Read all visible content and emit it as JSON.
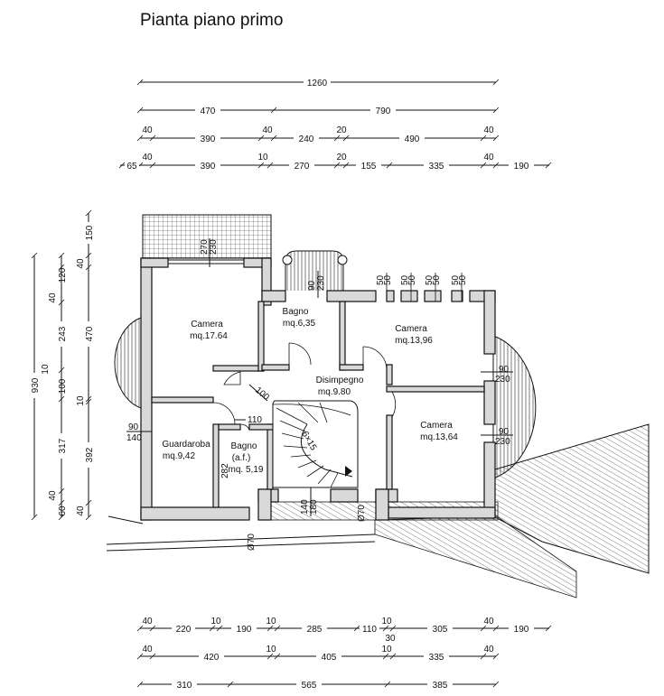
{
  "title": "Pianta piano primo",
  "rooms": {
    "camera_nw": {
      "name": "Camera",
      "area": "mq.17.64"
    },
    "bagno": {
      "name": "Bagno",
      "area": "mq.6,35"
    },
    "camera_ne": {
      "name": "Camera",
      "area": "mq.13,96"
    },
    "disimpegno": {
      "name": "Disimpegno",
      "area": "mq.9.80"
    },
    "camera_se": {
      "name": "Camera",
      "area": "mq.13,64"
    },
    "guardaroba": {
      "name": "Guardaroba",
      "area": "mq.9,42"
    },
    "bagno_af": {
      "name": "Bagno",
      "sub": "(a.f.)",
      "area": "mq. 5,19"
    }
  },
  "top_dims": {
    "row1": [
      "1260"
    ],
    "row2": [
      "470",
      "790"
    ],
    "row3": [
      "40",
      "390",
      "40",
      "240",
      "20",
      "490",
      "40"
    ],
    "row4": [
      "65",
      "40",
      "390",
      "10",
      "270",
      "20",
      "155",
      "335",
      "40",
      "190"
    ]
  },
  "bottom_dims": {
    "row1": [
      "40",
      "220",
      "10",
      "190",
      "10",
      "285",
      "110",
      "10",
      "30",
      "305",
      "40",
      "190"
    ],
    "row2": [
      "40",
      "420",
      "10",
      "405",
      "10",
      "335",
      "40"
    ],
    "row3": [
      "310",
      "565",
      "385"
    ]
  },
  "left_dims": {
    "total": "930",
    "col1": [
      "40",
      "243",
      "10",
      "317",
      "40"
    ],
    "col2": [
      "120",
      "100",
      "60"
    ],
    "col3": [
      "150",
      "40",
      "470",
      "10",
      "392",
      "40"
    ]
  },
  "inner_labels": {
    "window_n": "270",
    "window_n2": "230",
    "bath_win_a": "90",
    "bath_win_b": "230",
    "win50": [
      "50",
      "50",
      "50",
      "50",
      "50",
      "50",
      "50",
      "50"
    ],
    "door_100": "100",
    "w110": "110",
    "h282": "282",
    "w90_left": "90",
    "w140_left": "140",
    "e90a": "90",
    "e230a": "230",
    "e90b": "90",
    "e230b": "230",
    "stair": "6×15",
    "s140": "140",
    "s180": "180",
    "o70a": "Ø70",
    "o70b": "Ø70"
  }
}
